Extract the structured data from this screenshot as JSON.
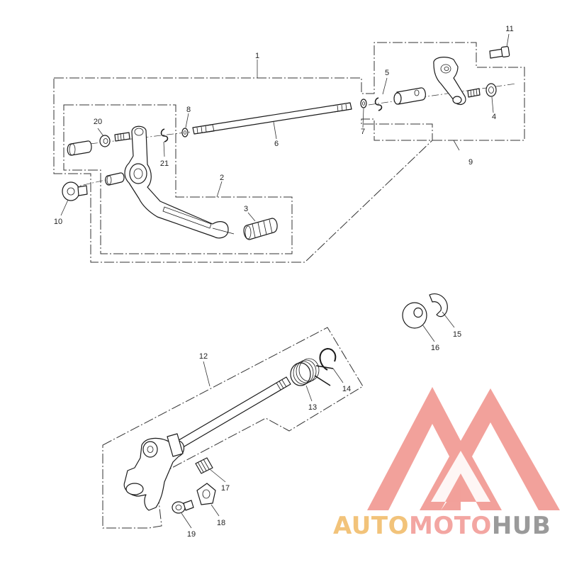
{
  "callouts": [
    "1",
    "2",
    "3",
    "4",
    "5",
    "6",
    "7",
    "8",
    "9",
    "10",
    "11",
    "12",
    "13",
    "14",
    "15",
    "16",
    "17",
    "18",
    "19",
    "20",
    "21"
  ],
  "logo": {
    "part1": "AUTO",
    "part2": "MOTO",
    "part3": "HUB",
    "color1": "#f2c37a",
    "color2": "#f3a6a2",
    "color3": "#9a9a9a",
    "mark_color": "#f0908a"
  }
}
